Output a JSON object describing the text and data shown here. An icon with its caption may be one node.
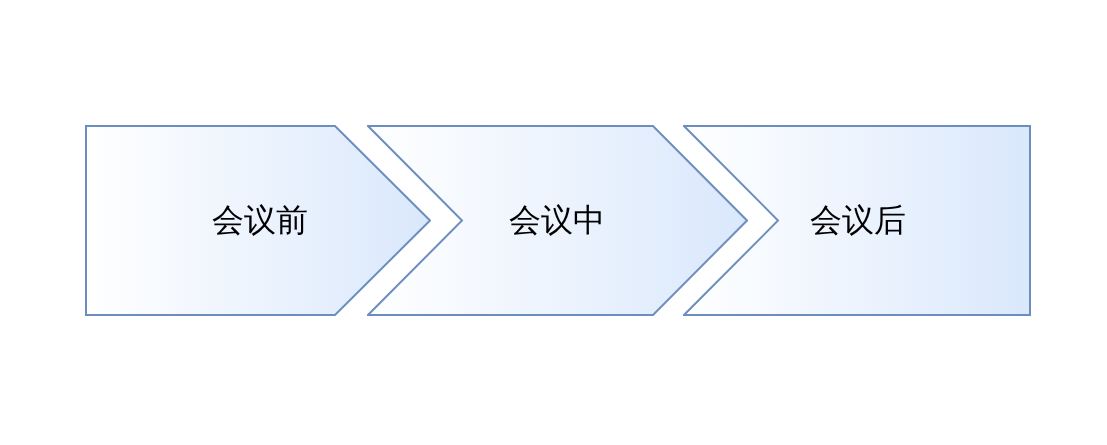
{
  "diagram": {
    "nodes": [
      {
        "text": [
          "会议前"
        ]
      },
      {
        "text": [
          "会议中"
        ]
      },
      {
        "text": [
          "会议后"
        ]
      }
    ]
  }
}
